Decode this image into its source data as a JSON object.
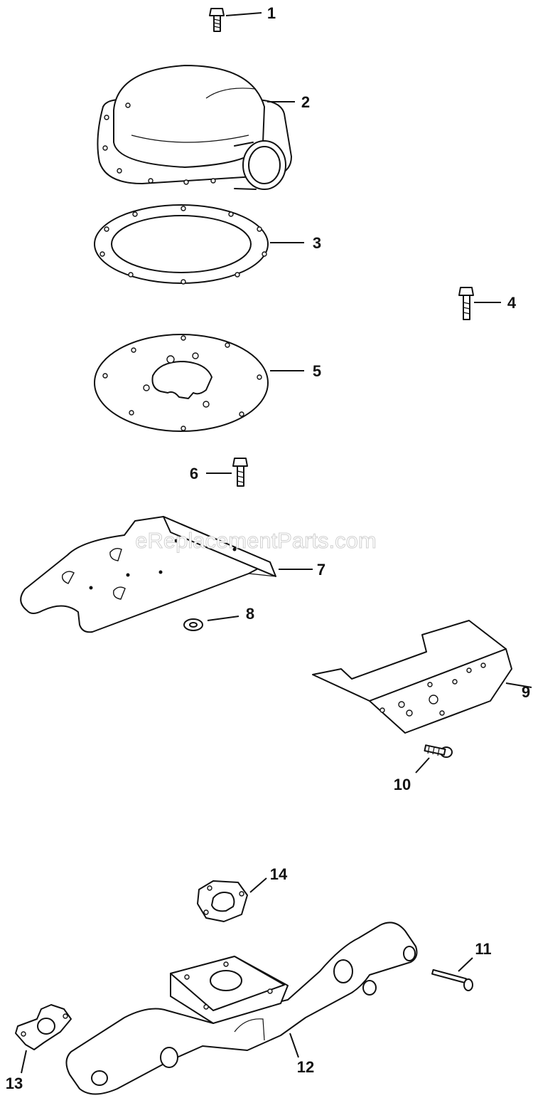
{
  "watermark": "eReplacementParts.com",
  "callouts": [
    {
      "id": "1",
      "label": "1"
    },
    {
      "id": "2",
      "label": "2"
    },
    {
      "id": "3",
      "label": "3"
    },
    {
      "id": "4",
      "label": "4"
    },
    {
      "id": "5",
      "label": "5"
    },
    {
      "id": "6",
      "label": "6"
    },
    {
      "id": "7",
      "label": "7"
    },
    {
      "id": "8",
      "label": "8"
    },
    {
      "id": "9",
      "label": "9"
    },
    {
      "id": "10",
      "label": "10"
    },
    {
      "id": "11",
      "label": "11"
    },
    {
      "id": "12",
      "label": "12"
    },
    {
      "id": "13",
      "label": "13"
    },
    {
      "id": "14",
      "label": "14"
    }
  ]
}
